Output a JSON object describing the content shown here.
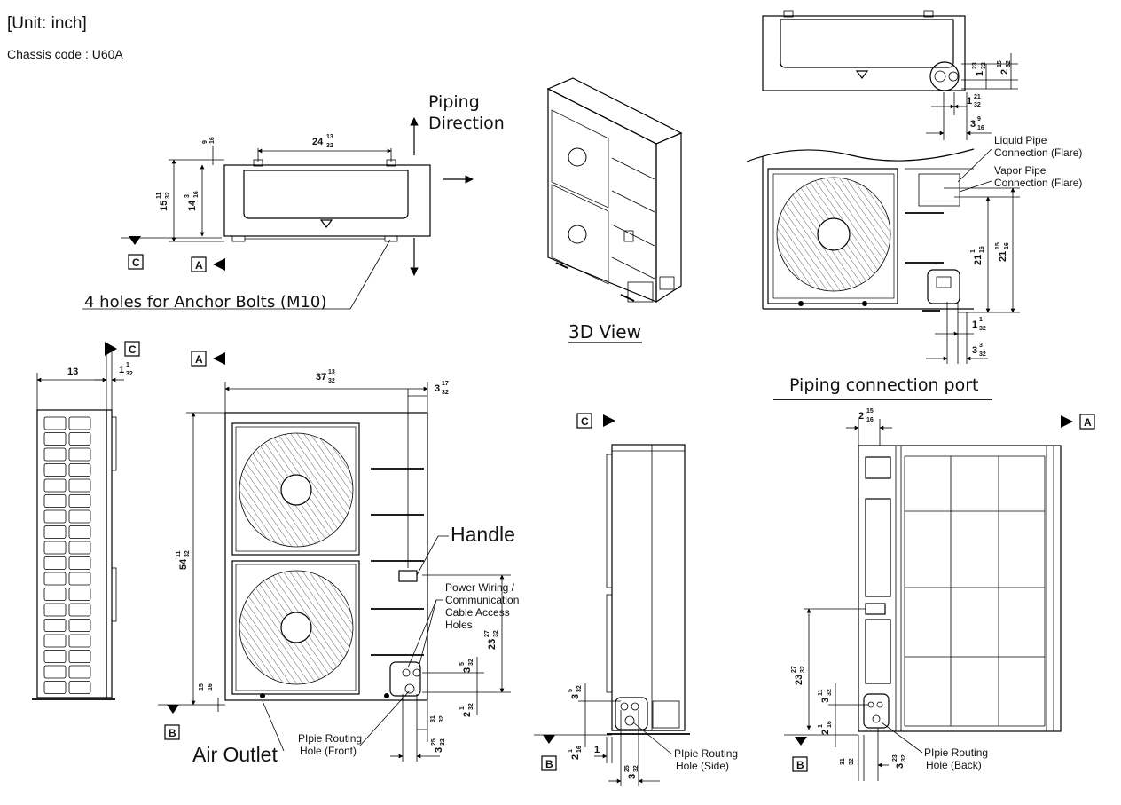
{
  "header": {
    "unit": "[Unit: inch]",
    "chassis": "Chassis code : U60A"
  },
  "labels": {
    "piping_direction_1": "Piping",
    "piping_direction_2": "Direction",
    "anchor_bolts": "4 holes for Anchor Bolts (M10)",
    "view_3d": "3D View",
    "piping_port": "Piping connection port",
    "liquid_pipe_1": "Liquid Pipe",
    "liquid_pipe_2": "Connection (Flare)",
    "vapor_pipe_1": "Vapor Pipe",
    "vapor_pipe_2": "Connection (Flare)",
    "handle": "Handle",
    "power_wiring_1": "Power Wiring /",
    "power_wiring_2": "Communication",
    "power_wiring_3": "Cable Access",
    "power_wiring_4": "Holes",
    "air_outlet": "Air Outlet",
    "pipe_front_1": "PIpie Routing",
    "pipe_front_2": "Hole (Front)",
    "pipe_side_1": "PIpie Routing",
    "pipe_side_2": "Hole (Side)",
    "pipe_back_1": "PIpie Routing",
    "pipe_back_2": "Hole (Back)"
  },
  "markers": {
    "a": "A",
    "b": "B",
    "c": "C"
  },
  "dimensions": {
    "top_width": {
      "whole": "24",
      "num": "13",
      "den": "32"
    },
    "top_offset": {
      "num": "9",
      "den": "16"
    },
    "top_depth_outer": {
      "whole": "15",
      "num": "11",
      "den": "32"
    },
    "top_depth_inner": {
      "whole": "14",
      "num": "3",
      "den": "16"
    },
    "side_depth": {
      "whole": "13"
    },
    "side_offset": {
      "whole": "1",
      "num": "1",
      "den": "32"
    },
    "front_width": {
      "whole": "37",
      "num": "13",
      "den": "32"
    },
    "front_right": {
      "whole": "3",
      "num": "17",
      "den": "32"
    },
    "front_height": {
      "whole": "54",
      "num": "11",
      "den": "32"
    },
    "front_bottom": {
      "num": "15",
      "den": "16"
    },
    "front_hole_h": {
      "whole": "23",
      "num": "27",
      "den": "32"
    },
    "front_hole_a": {
      "whole": "3",
      "num": "5",
      "den": "32"
    },
    "front_hole_b": {
      "whole": "2",
      "num": "1",
      "den": "32"
    },
    "front_hole_c": {
      "num": "31",
      "den": "32"
    },
    "front_hole_w": {
      "whole": "3",
      "num": "25",
      "den": "32"
    },
    "port_top_a": {
      "whole": "1",
      "num": "23",
      "den": "32"
    },
    "port_top_b": {
      "whole": "2",
      "num": "15",
      "den": "32"
    },
    "port_top_c": {
      "whole": "1",
      "num": "21",
      "den": "32"
    },
    "port_top_d": {
      "whole": "3",
      "num": "9",
      "den": "16"
    },
    "port_h1": {
      "whole": "21",
      "num": "1",
      "den": "16"
    },
    "port_h2": {
      "whole": "21",
      "num": "15",
      "den": "16"
    },
    "port_bottom": {
      "whole": "1",
      "num": "1",
      "den": "32"
    },
    "port_bottom2": {
      "whole": "3",
      "num": "3",
      "den": "32"
    },
    "sideview_a": {
      "whole": "3",
      "num": "5",
      "den": "32"
    },
    "sideview_b": {
      "whole": "2",
      "num": "1",
      "den": "16"
    },
    "sideview_c": {
      "whole": "1"
    },
    "sideview_w": {
      "whole": "3",
      "num": "25",
      "den": "32"
    },
    "back_top": {
      "whole": "2",
      "num": "15",
      "den": "16"
    },
    "back_h": {
      "whole": "23",
      "num": "27",
      "den": "32"
    },
    "back_a": {
      "whole": "3",
      "num": "11",
      "den": "32"
    },
    "back_b": {
      "whole": "2",
      "num": "1",
      "den": "16"
    },
    "back_c": {
      "num": "31",
      "den": "32"
    },
    "back_w": {
      "whole": "3",
      "num": "23",
      "den": "32"
    }
  }
}
